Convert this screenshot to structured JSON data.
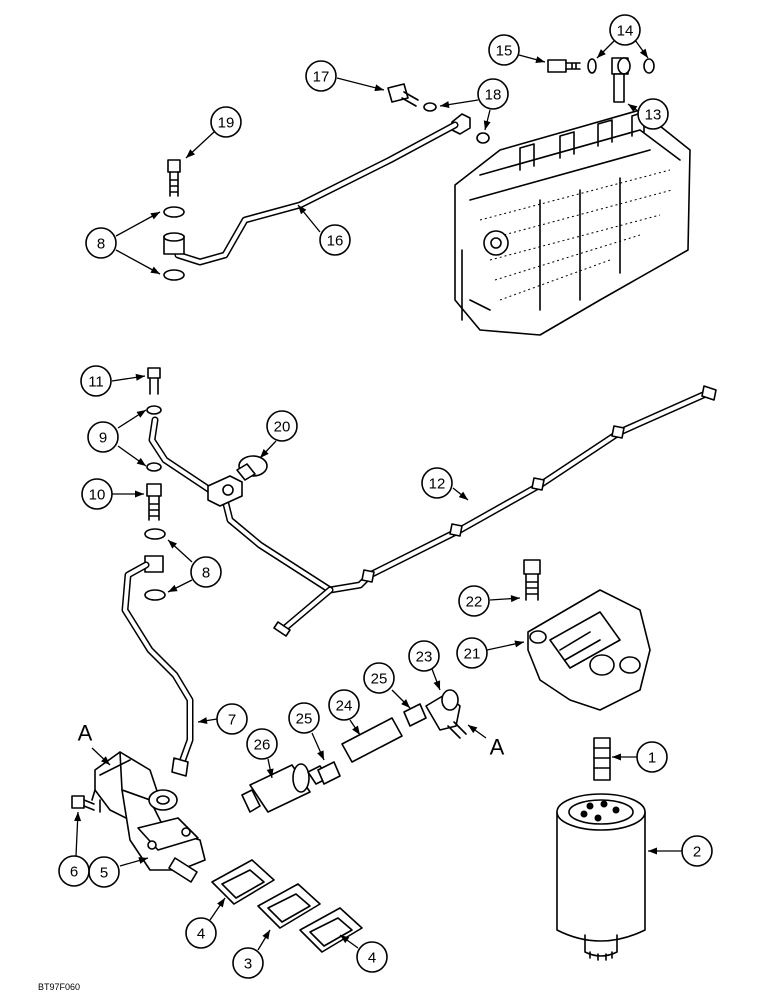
{
  "figure_code": "BT97F060",
  "callouts": [
    {
      "id": "c1",
      "label": "1"
    },
    {
      "id": "c2",
      "label": "2"
    },
    {
      "id": "c3",
      "label": "3"
    },
    {
      "id": "c4a",
      "label": "4"
    },
    {
      "id": "c4b",
      "label": "4"
    },
    {
      "id": "c5",
      "label": "5"
    },
    {
      "id": "c6",
      "label": "6"
    },
    {
      "id": "c7",
      "label": "7"
    },
    {
      "id": "c8a",
      "label": "8"
    },
    {
      "id": "c8b",
      "label": "8"
    },
    {
      "id": "c9",
      "label": "9"
    },
    {
      "id": "c10",
      "label": "10"
    },
    {
      "id": "c11",
      "label": "11"
    },
    {
      "id": "c12",
      "label": "12"
    },
    {
      "id": "c13",
      "label": "13"
    },
    {
      "id": "c14",
      "label": "14"
    },
    {
      "id": "c15",
      "label": "15"
    },
    {
      "id": "c16",
      "label": "16"
    },
    {
      "id": "c17",
      "label": "17"
    },
    {
      "id": "c18",
      "label": "18"
    },
    {
      "id": "c19",
      "label": "19"
    },
    {
      "id": "c20",
      "label": "20"
    },
    {
      "id": "c21",
      "label": "21"
    },
    {
      "id": "c22",
      "label": "22"
    },
    {
      "id": "c23",
      "label": "23"
    },
    {
      "id": "c24",
      "label": "24"
    },
    {
      "id": "c25a",
      "label": "25"
    },
    {
      "id": "c25b",
      "label": "25"
    },
    {
      "id": "c26",
      "label": "26"
    }
  ],
  "connection_labels": [
    {
      "id": "A1",
      "label": "A"
    },
    {
      "id": "A2",
      "label": "A"
    }
  ]
}
